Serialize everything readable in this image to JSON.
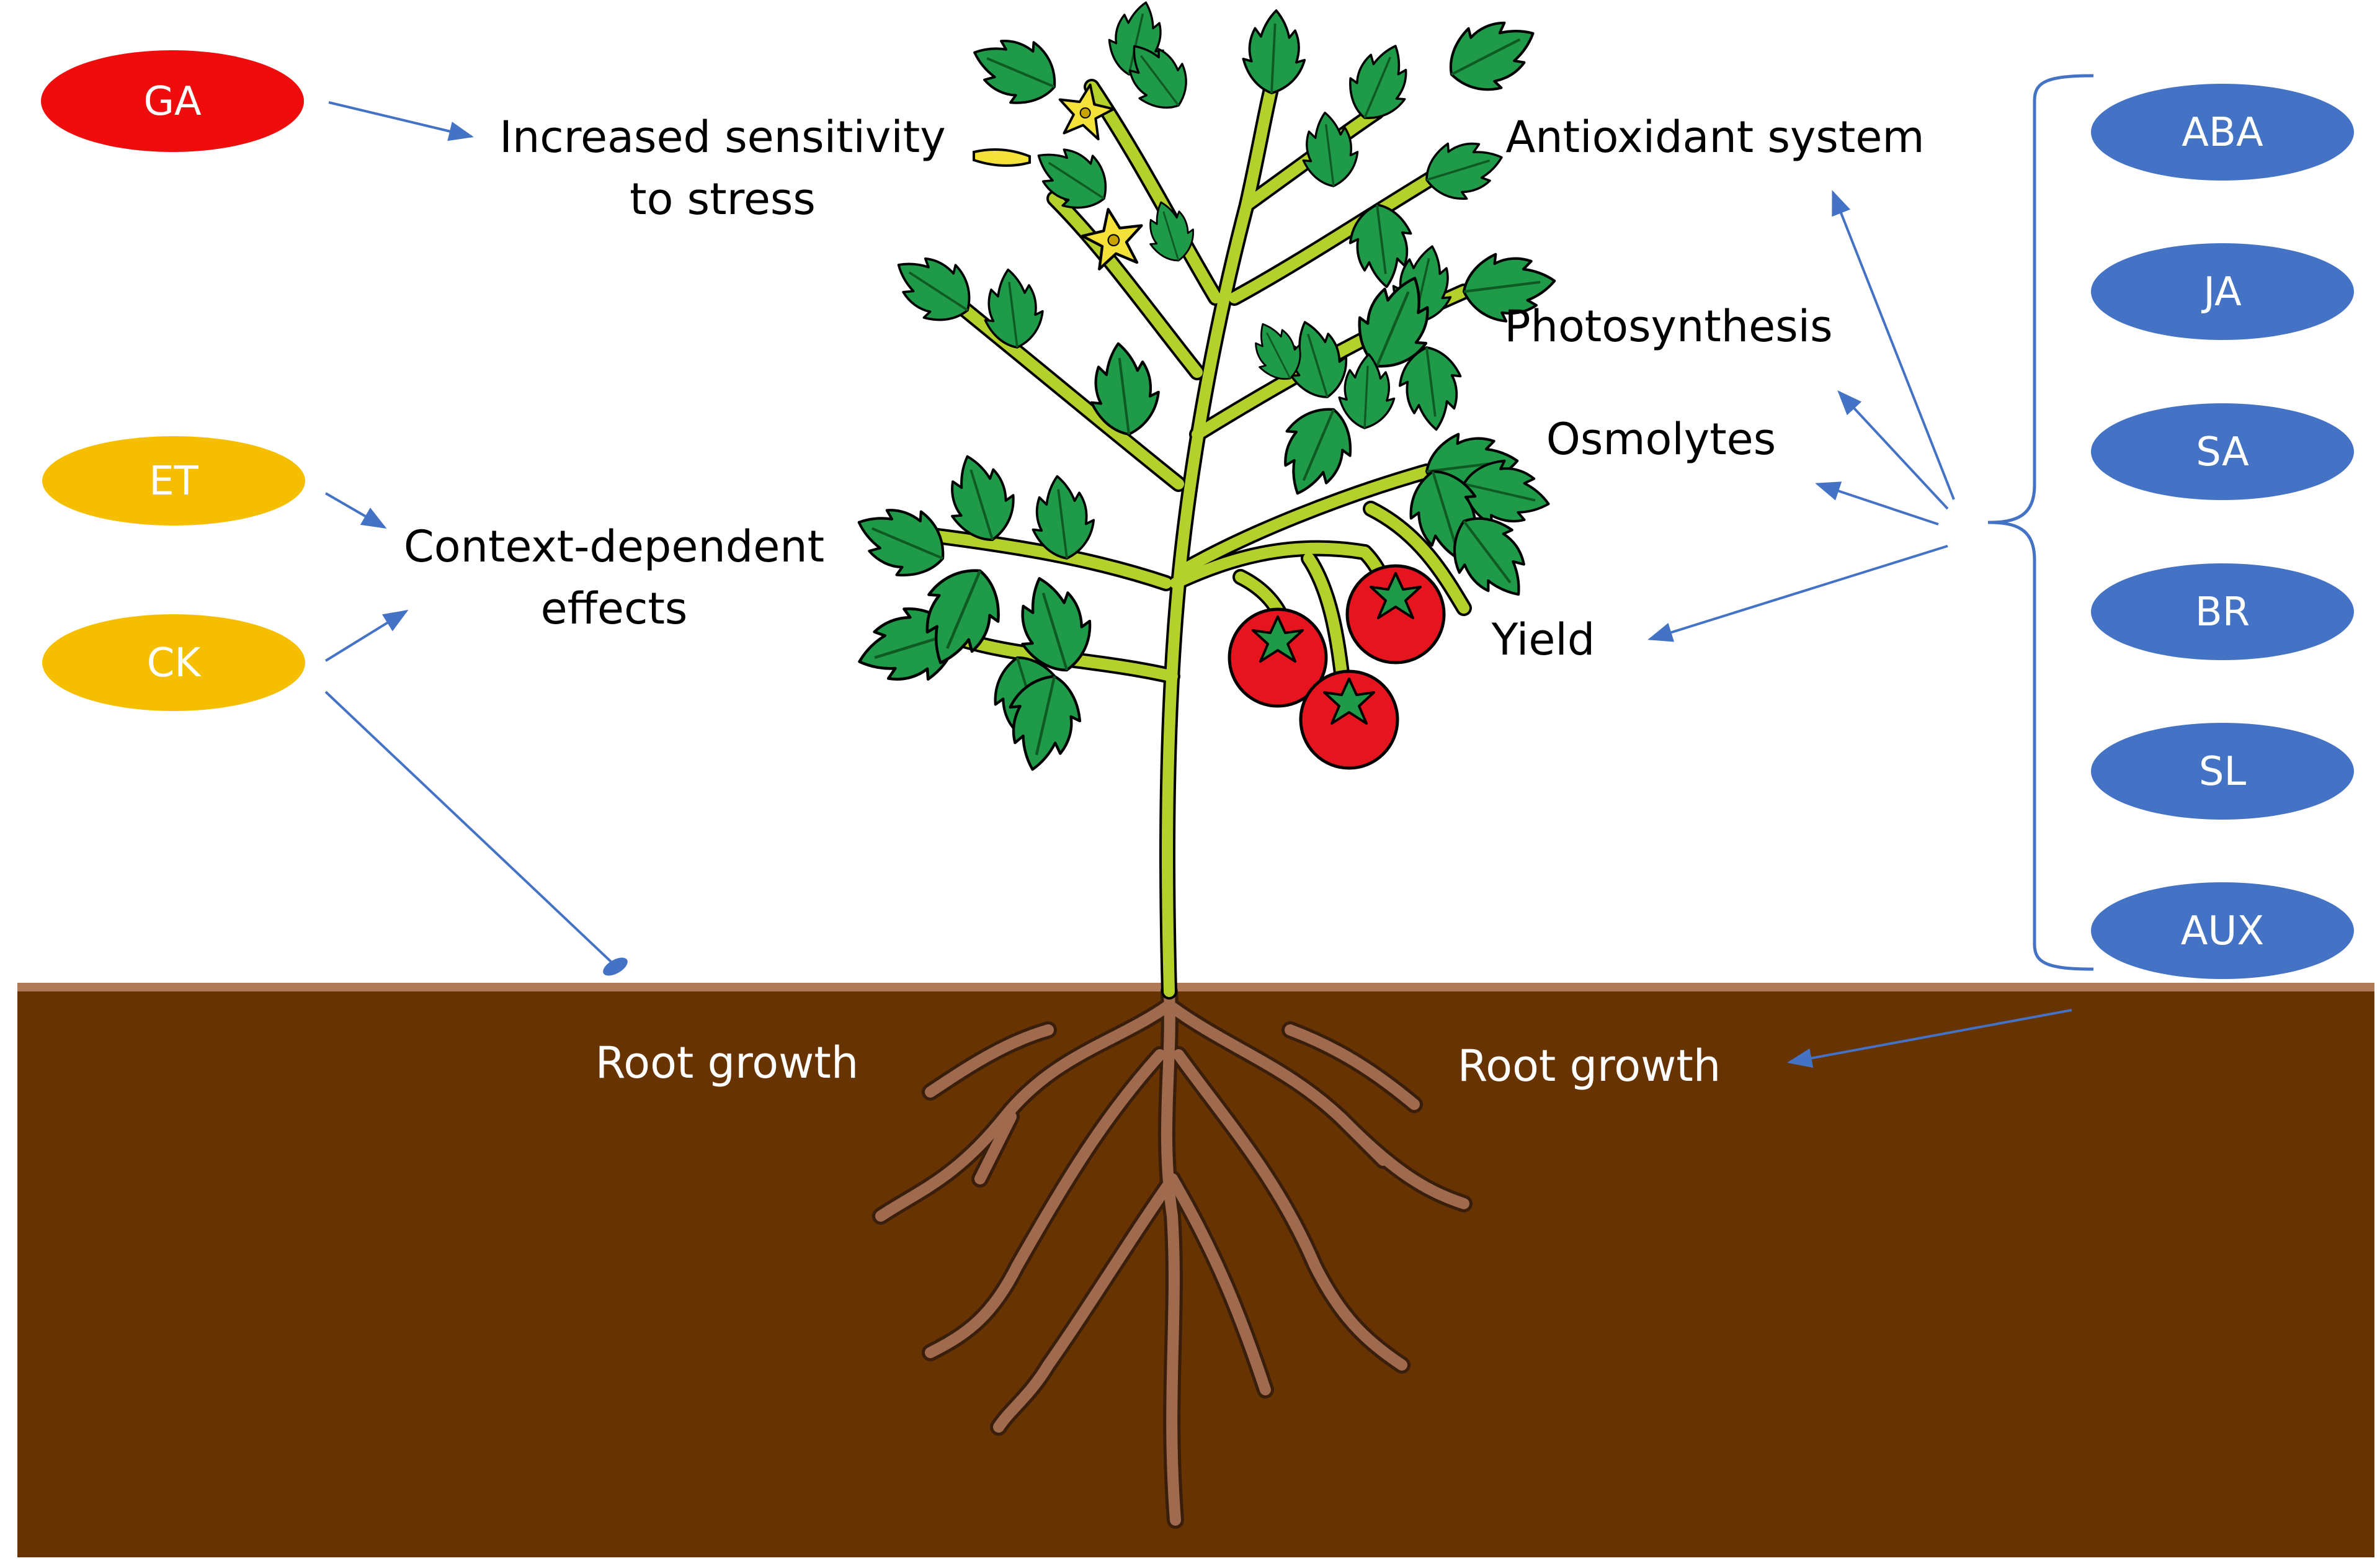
{
  "colors": {
    "soil": "#673300",
    "soil_edge": "#b07a58",
    "ga": "#ef0c0c",
    "yellow_group": "#f5bf00",
    "blue_group": "#4472c4",
    "arrow": "#4472c4",
    "stem": "#b3d12a",
    "leaf": "#1e9a48",
    "leaf_vein": "#0f5a23",
    "fruit": "#e5141e",
    "flower": "#f4e23a",
    "root": "#a06a4e"
  },
  "hormones": {
    "ga": "GA",
    "et": "ET",
    "ck": "CK",
    "group": [
      {
        "key": "aba",
        "label": "ABA"
      },
      {
        "key": "ja",
        "label": "JA"
      },
      {
        "key": "sa",
        "label": "SA"
      },
      {
        "key": "br",
        "label": "BR"
      },
      {
        "key": "sl",
        "label": "SL"
      },
      {
        "key": "aux",
        "label": "AUX"
      }
    ]
  },
  "effects": {
    "stress_line1": "Increased sensitivity",
    "stress_line2": "to stress",
    "context_line1": "Context-dependent",
    "context_line2": "effects",
    "antioxidant": "Antioxidant system",
    "photosynthesis": "Photosynthesis",
    "osmolytes": "Osmolytes",
    "yield": "Yield",
    "root_growth_left": "Root growth",
    "root_growth_right": "Root growth"
  },
  "icons": {
    "plant": "tomato-plant-icon",
    "roots": "root-system-icon",
    "fruit": "tomato-fruit-icon",
    "flower": "flower-icon",
    "brace": "curly-brace-icon"
  }
}
